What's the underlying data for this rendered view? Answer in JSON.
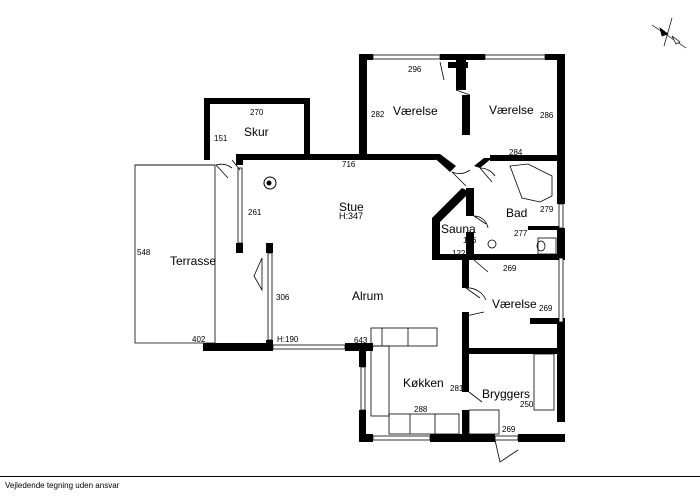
{
  "rooms": {
    "vaerelse1": "Værelse",
    "vaerelse2": "Værelse",
    "vaerelse3": "Værelse",
    "skur": "Skur",
    "stue": "Stue",
    "stue_height": "H:347",
    "bad": "Bad",
    "sauna": "Sauna",
    "terrasse": "Terrasse",
    "alrum": "Alrum",
    "kokken": "Køkken",
    "bryggers": "Bryggers"
  },
  "dimensions": {
    "d296": "296",
    "d282": "282",
    "d286": "286",
    "d270": "270",
    "d151": "151",
    "d716": "716",
    "d284": "284",
    "d261": "261",
    "d279": "279",
    "d166": "166",
    "d277": "277",
    "d122": "122",
    "d548": "548",
    "d269a": "269",
    "d306": "306",
    "d269b": "269",
    "d402": "402",
    "h190": "H:190",
    "d643": "643",
    "d281": "281",
    "d250": "250",
    "d288": "288",
    "d269c": "269"
  },
  "footer": {
    "disclaimer": "Vejledende tegning uden ansvar"
  },
  "icons": {
    "compass": "compass-icon",
    "stove": "stove-icon",
    "shower": "shower-icon",
    "toilet": "toilet-icon"
  }
}
